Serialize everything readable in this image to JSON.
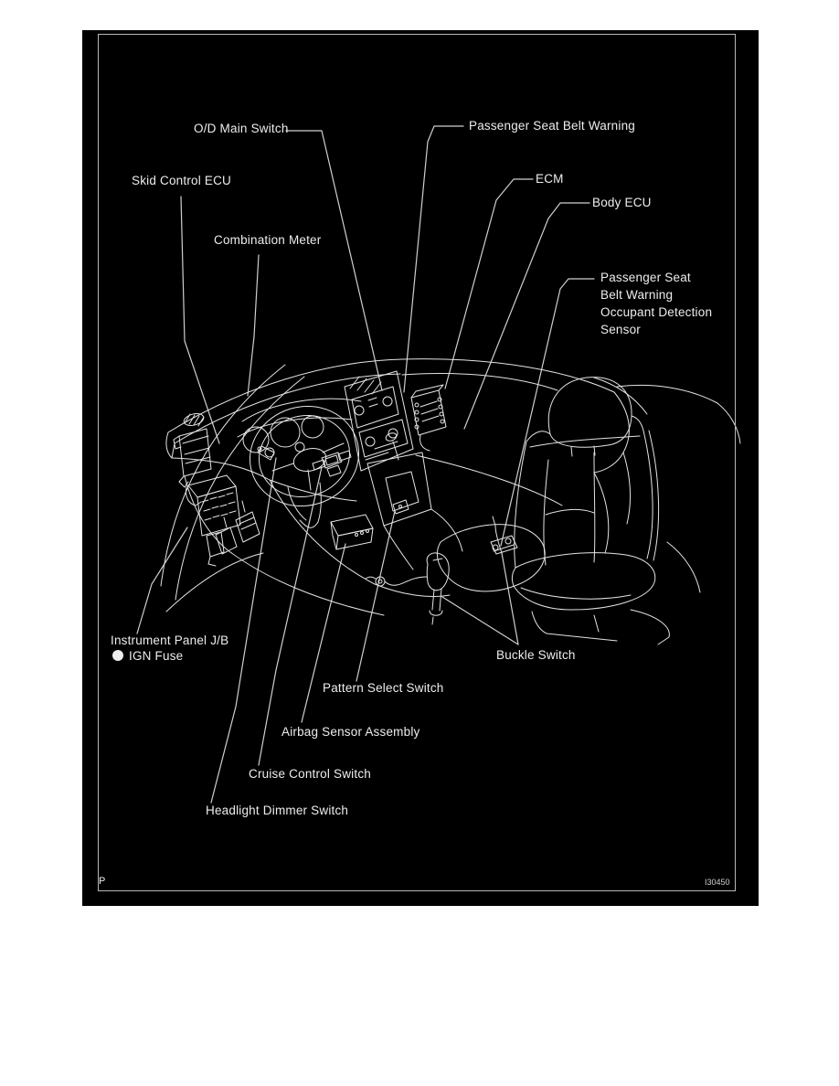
{
  "figure": {
    "background": "#ffffff",
    "panel_background": "#000000",
    "line_color": "#e4e4e4",
    "text_color": "#ededed"
  },
  "labels": {
    "od_main_switch": {
      "text": "O/D Main Switch"
    },
    "passenger_seat_belt_warning": {
      "text": "Passenger Seat Belt Warning"
    },
    "skid_control_ecu": {
      "text": "Skid Control ECU"
    },
    "ecm": {
      "text": "ECM"
    },
    "body_ecu": {
      "text": "Body ECU"
    },
    "combination_meter": {
      "text": "Combination Meter"
    },
    "occupant_detection_sensor": {
      "text": "Passenger Seat\nBelt Warning\nOccupant Detection\nSensor"
    },
    "instrument_panel_jb": {
      "text": "Instrument Panel J/B"
    },
    "ign_fuse": {
      "text": "IGN Fuse"
    },
    "buckle_switch": {
      "text": "Buckle Switch"
    },
    "pattern_select_switch": {
      "text": "Pattern Select Switch"
    },
    "airbag_sensor_assembly": {
      "text": "Airbag Sensor Assembly"
    },
    "cruise_control_switch": {
      "text": "Cruise Control Switch"
    },
    "headlight_dimmer_switch": {
      "text": "Headlight Dimmer Switch"
    }
  },
  "footer": {
    "page_code": "P",
    "figure_id": "I30450"
  }
}
